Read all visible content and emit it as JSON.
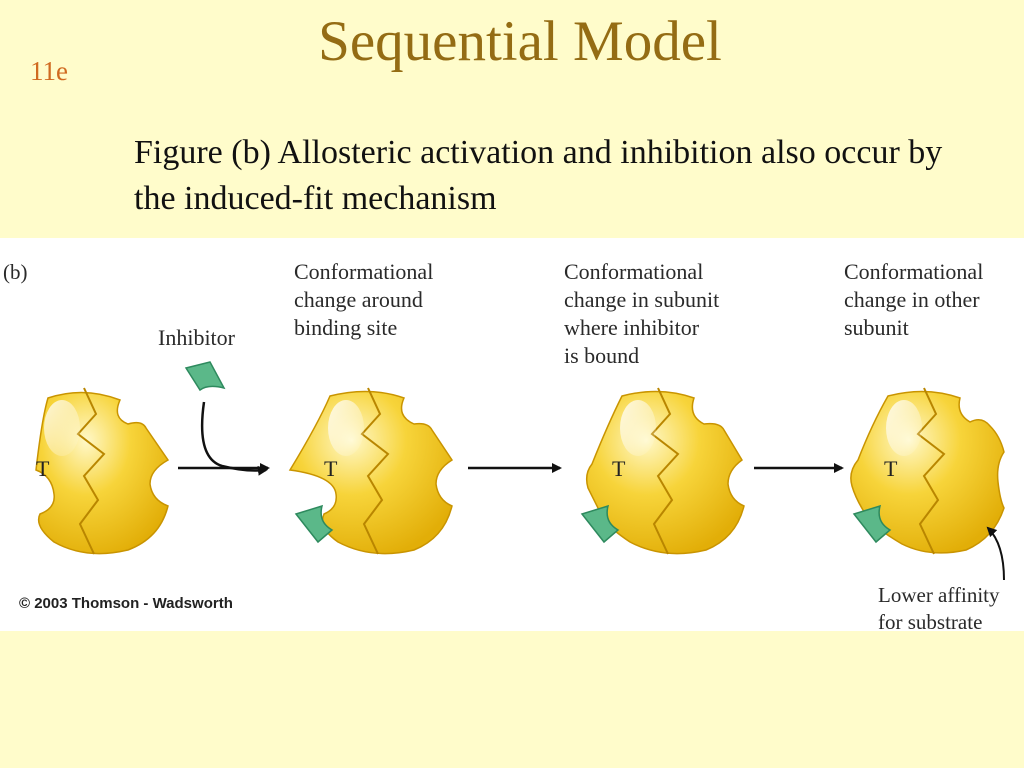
{
  "slide": {
    "title": "Sequential Model",
    "number": "11e",
    "caption": "Figure (b) Allosteric activation and inhibition also occur by the induced-fit mechanism"
  },
  "figure": {
    "panel_label": "(b)",
    "inhibitor_label": "Inhibitor",
    "states": [
      {
        "subunit_label": "T",
        "annotation": "",
        "inhibitor_bound": false
      },
      {
        "subunit_label": "T",
        "annotation": "Conformational\nchange around\nbinding site",
        "inhibitor_bound": true
      },
      {
        "subunit_label": "T",
        "annotation": "Conformational\nchange in subunit\nwhere inhibitor\nis bound",
        "inhibitor_bound": true
      },
      {
        "subunit_label": "T",
        "annotation": "Conformational\nchange in other\nsubunit",
        "inhibitor_bound": true
      }
    ],
    "affinity_note": "Lower affinity\nfor substrate",
    "copyright": "© 2003 Thomson - Wadsworth"
  },
  "colors": {
    "slide_background": "#FFFCCB",
    "title": "#946C14",
    "slide_number": "#D06A20",
    "protein_fill": "#F2C814",
    "protein_highlight": "#FFF8C8",
    "inhibitor": "#5BB889",
    "arrow": "#111111"
  }
}
